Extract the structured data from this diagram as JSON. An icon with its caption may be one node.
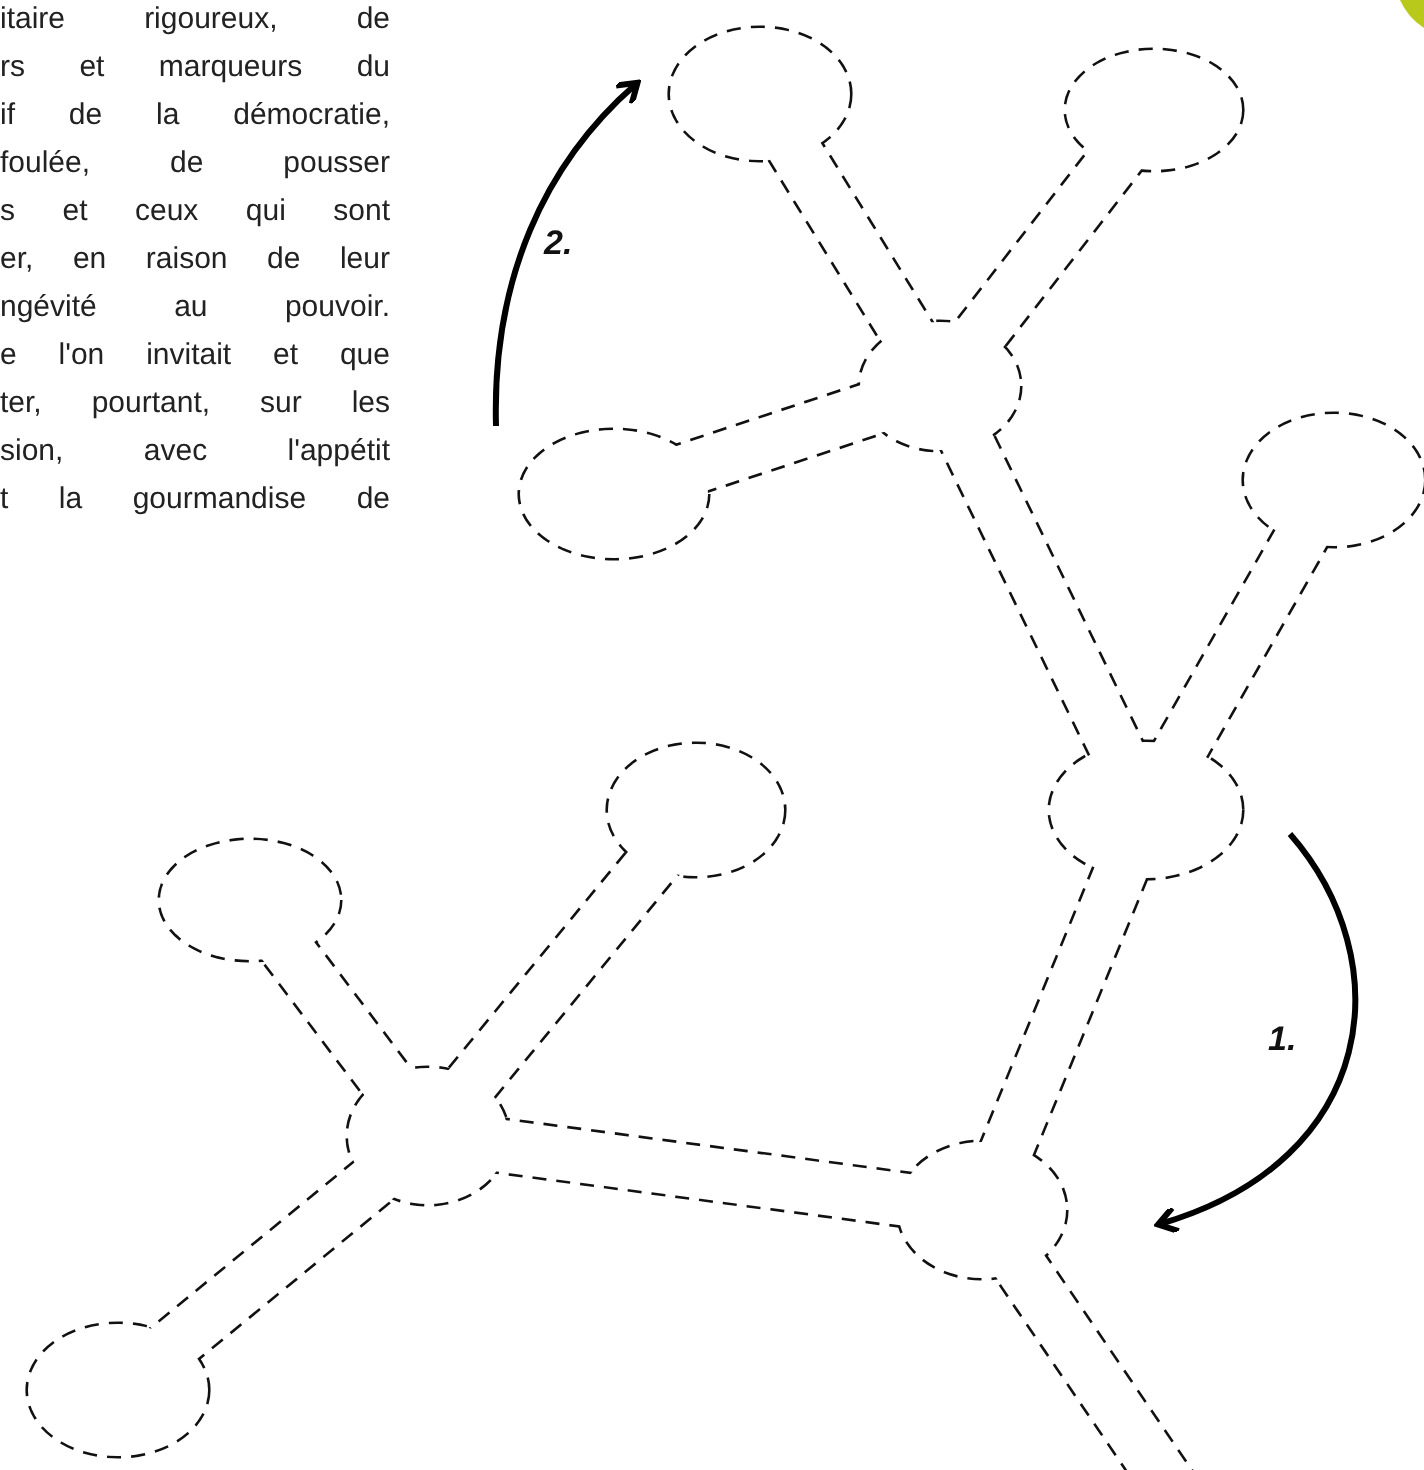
{
  "diagram": {
    "labels": [
      "itaire rigoureux, de",
      "rs et marqueurs du",
      "if de la démocratie,",
      "foulée, de pousser",
      "s et ceux qui sont",
      "er, en raison de leur",
      "ngévité au pouvoir.",
      "e l'on invitait et que",
      "ter, pourtant, sur les",
      "sion, avec l'appétit",
      "t la gourmandise de",
      "2.",
      "1."
    ]
  }
}
